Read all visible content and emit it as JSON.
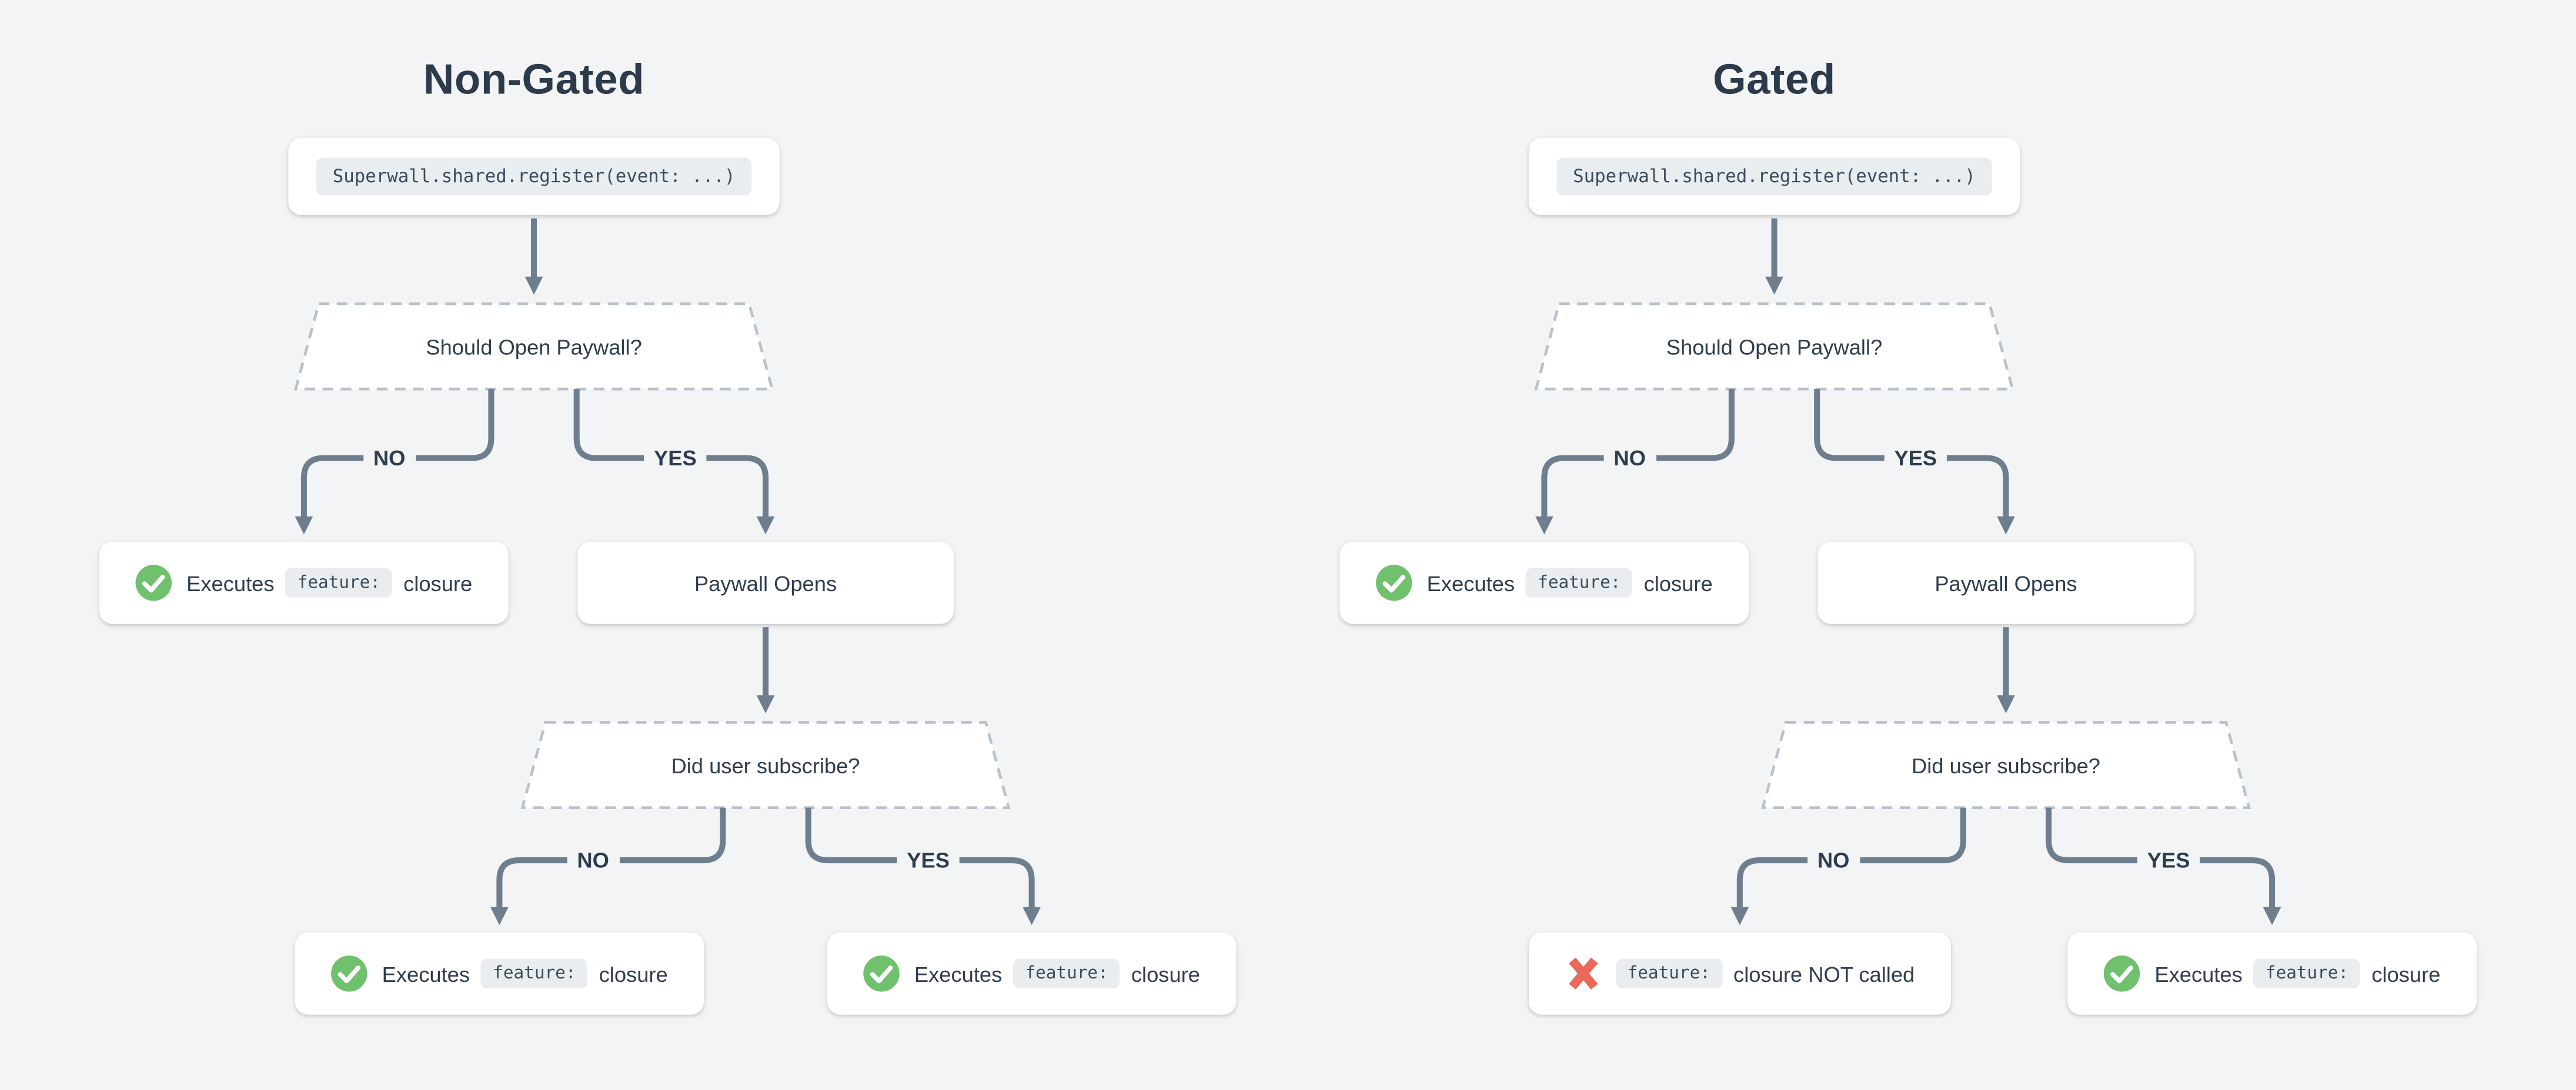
{
  "diagram": {
    "colors": {
      "background": "#f3f4f5",
      "card": "#ffffff",
      "connector": "#6e7e8e",
      "dashed_outline": "#b8c2cb",
      "text": "#2e3c4e",
      "chip_background": "#e9edf0",
      "success_green": "#70c16e",
      "error_red": "#e96a5c"
    },
    "flows": [
      {
        "title": "Non-Gated",
        "code": "Superwall.shared.register(event: ...)",
        "decision1": "Should Open Paywall?",
        "branch1": {
          "no_label": "NO",
          "yes_label": "YES"
        },
        "no1": {
          "icon": "check-circle-icon",
          "text_before_chip": "Executes",
          "chip": "feature:",
          "text_after_chip": "closure"
        },
        "yes1": {
          "text": "Paywall Opens"
        },
        "decision2": "Did user subscribe?",
        "branch2": {
          "no_label": "NO",
          "yes_label": "YES"
        },
        "no2": {
          "icon": "check-circle-icon",
          "text_before_chip": "Executes",
          "chip": "feature:",
          "text_after_chip": "closure"
        },
        "yes2": {
          "icon": "check-circle-icon",
          "text_before_chip": "Executes",
          "chip": "feature:",
          "text_after_chip": "closure"
        }
      },
      {
        "title": "Gated",
        "code": "Superwall.shared.register(event: ...)",
        "decision1": "Should Open Paywall?",
        "branch1": {
          "no_label": "NO",
          "yes_label": "YES"
        },
        "no1": {
          "icon": "check-circle-icon",
          "text_before_chip": "Executes",
          "chip": "feature:",
          "text_after_chip": "closure"
        },
        "yes1": {
          "text": "Paywall Opens"
        },
        "decision2": "Did user subscribe?",
        "branch2": {
          "no_label": "NO",
          "yes_label": "YES"
        },
        "no2": {
          "icon": "cross-icon",
          "chip": "feature:",
          "text_after_chip": "closure NOT called"
        },
        "yes2": {
          "icon": "check-circle-icon",
          "text_before_chip": "Executes",
          "chip": "feature:",
          "text_after_chip": "closure"
        }
      }
    ]
  }
}
